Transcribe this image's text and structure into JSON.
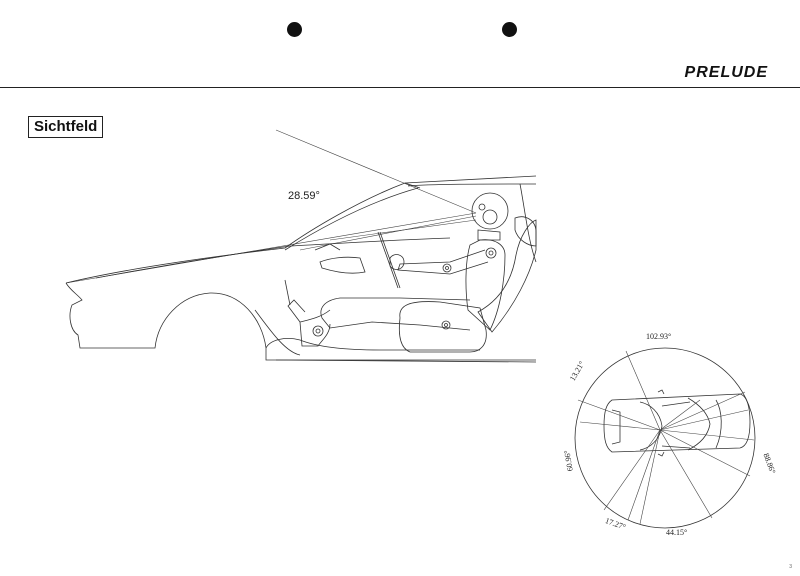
{
  "header": {
    "brand": "PRELUDE"
  },
  "section": {
    "label": "Sichtfeld"
  },
  "side_view": {
    "angle_label": "28.59°"
  },
  "top_view": {
    "angle_labels": [
      "102.93°",
      "13.21°",
      "60.96°",
      "17.27°",
      "44.15°",
      "88.86°"
    ]
  },
  "footer": {
    "page_number": "3"
  },
  "colors": {
    "ink": "#222222",
    "paper": "#ffffff"
  }
}
